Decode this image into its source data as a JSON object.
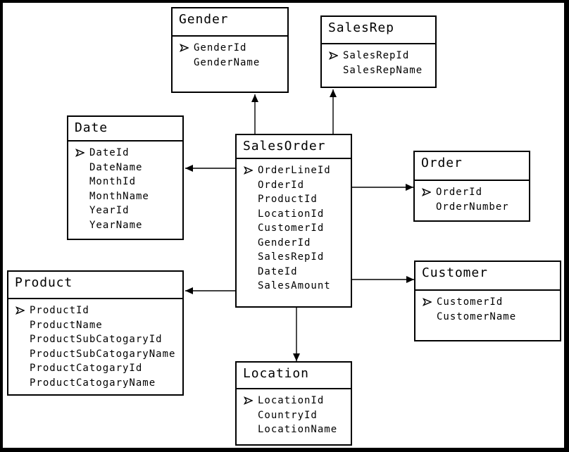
{
  "diagram": {
    "type": "database-star-schema",
    "colors": {
      "background": "#ffffff",
      "line": "#000000",
      "text": "#000000"
    },
    "key_icon": "primary-key-arrowhead",
    "tables": {
      "gender": {
        "title": "Gender",
        "fields": [
          "GenderId",
          "GenderName"
        ]
      },
      "sales_rep": {
        "title": "SalesRep",
        "fields": [
          "SalesRepId",
          "SalesRepName"
        ]
      },
      "date": {
        "title": "Date",
        "fields": [
          "DateId",
          "DateName",
          "MonthId",
          "MonthName",
          "YearId",
          "YearName"
        ]
      },
      "sales_order": {
        "title": "SalesOrder",
        "fields": [
          "OrderLineId",
          "OrderId",
          "ProductId",
          "LocationId",
          "CustomerId",
          "GenderId",
          "SalesRepId",
          "DateId",
          "SalesAmount"
        ]
      },
      "order": {
        "title": "Order",
        "fields": [
          "OrderId",
          "OrderNumber"
        ]
      },
      "product": {
        "title": "Product",
        "fields": [
          "ProductId",
          "ProductName",
          "ProductSubCatogaryId",
          "ProductSubCatogaryName",
          "ProductCatogaryId",
          "ProductCatogaryName"
        ]
      },
      "customer": {
        "title": "Customer",
        "fields": [
          "CustomerId",
          "CustomerName"
        ]
      },
      "location": {
        "title": "Location",
        "fields": [
          "LocationId",
          "CountryId",
          "LocationName"
        ]
      }
    },
    "relations": [
      {
        "from": "SalesOrder",
        "to": "Gender"
      },
      {
        "from": "SalesOrder",
        "to": "SalesRep"
      },
      {
        "from": "SalesOrder",
        "to": "Date"
      },
      {
        "from": "SalesOrder",
        "to": "Order"
      },
      {
        "from": "SalesOrder",
        "to": "Product"
      },
      {
        "from": "SalesOrder",
        "to": "Customer"
      },
      {
        "from": "SalesOrder",
        "to": "Location"
      }
    ]
  }
}
